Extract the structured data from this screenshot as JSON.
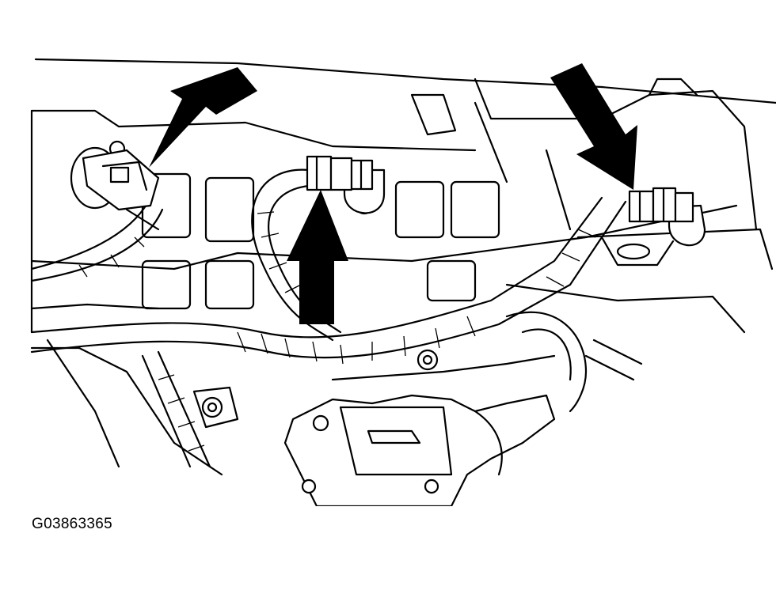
{
  "figure": {
    "id": "G03863365"
  },
  "icons": {
    "arrow_left": "pointer-arrow-down-right",
    "arrow_center": "pointer-arrow-up",
    "arrow_right": "pointer-arrow-down-left"
  },
  "colors": {
    "ink": "#000000",
    "paper": "#ffffff"
  }
}
